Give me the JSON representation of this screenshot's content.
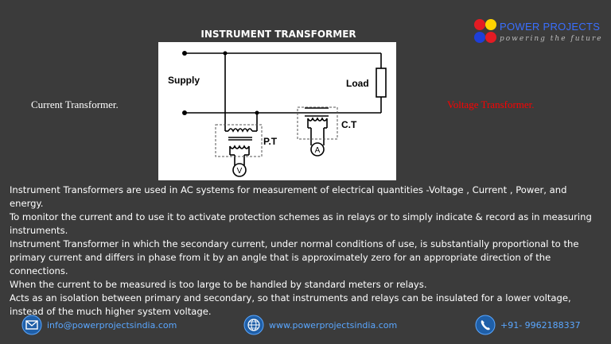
{
  "header": {
    "title": "INSTRUMENT TRANSFORMER"
  },
  "logo": {
    "name": "POWER PROJECTS",
    "tagline": "powering the future",
    "dot_colors": [
      "#e31b23",
      "#ffd400",
      "#1e3fd8",
      "#e31b23"
    ]
  },
  "diagram": {
    "supply_label": "Supply",
    "load_label": "Load",
    "pt_label": "P.T",
    "ct_label": "C.T",
    "voltmeter_symbol": "V",
    "ammeter_symbol": "A"
  },
  "side_labels": {
    "left": "Current Transformer.",
    "right": "Voltage Transformer."
  },
  "paragraphs": [
    "Instrument Transformers are used in AC systems for measurement of electrical quantities -Voltage , Current , Power, and energy.",
    "To monitor the current and to use it to activate protection schemes as in relays or to simply indicate & record as in measuring instruments.",
    "Instrument Transformer in which the secondary current, under normal conditions of use, is substantially proportional to the primary current and differs in phase from it by an angle that is approximately zero for an appropriate direction of the connections.",
    "When the current to be measured is too large to be handled by standard meters or relays.",
    "Acts as an isolation between primary and secondary, so that instruments and relays can be insulated for a lower voltage, instead of the much higher system voltage."
  ],
  "footer": {
    "email": "info@powerprojectsindia.com",
    "website": "www.powerprojectsindia.com",
    "phone": "+91- 9962188337",
    "email_icon": "envelope-icon",
    "website_icon": "globe-icon",
    "phone_icon": "phone-icon",
    "icon_color": "#4a90d9"
  }
}
